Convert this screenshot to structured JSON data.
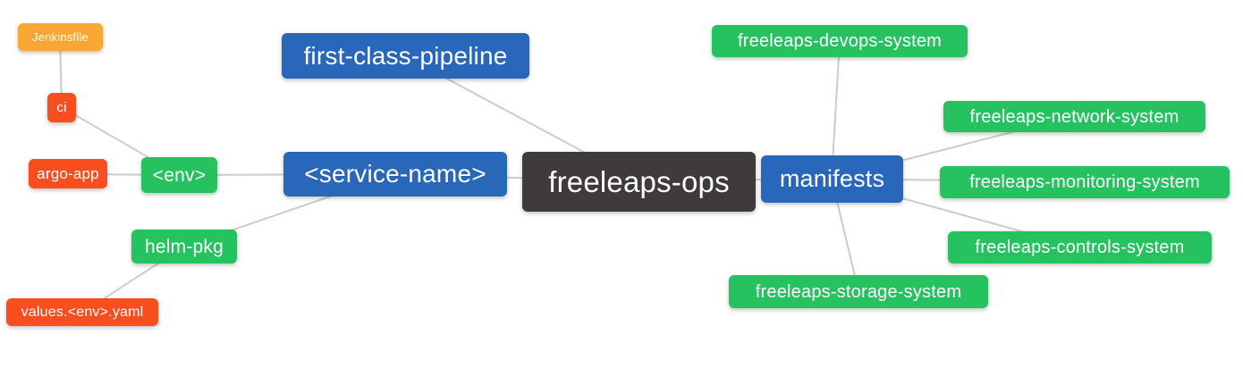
{
  "palette": {
    "blue": "#2867B9",
    "green": "#26C25F",
    "red": "#FA4E1E",
    "orange": "#FAA633",
    "dark": "#3F3B3A",
    "edge": "#CCCCCC",
    "text": "#FFFFFF"
  },
  "diagram": {
    "root": "freeleaps-ops",
    "nodes": {
      "jenkinsfile": {
        "label": "Jenkinsfile",
        "color": "orange"
      },
      "ci": {
        "label": "ci",
        "color": "red"
      },
      "argo_app": {
        "label": "argo-app",
        "color": "red"
      },
      "env": {
        "label": "<env>",
        "color": "green"
      },
      "helm_pkg": {
        "label": "helm-pkg",
        "color": "green"
      },
      "values_yaml": {
        "label": "values.<env>.yaml",
        "color": "red"
      },
      "pipeline": {
        "label": "first-class-pipeline",
        "color": "blue"
      },
      "service_name": {
        "label": "<service-name>",
        "color": "blue"
      },
      "ops": {
        "label": "freeleaps-ops",
        "color": "dark"
      },
      "manifests": {
        "label": "manifests",
        "color": "blue"
      },
      "devops": {
        "label": "freeleaps-devops-system",
        "color": "green"
      },
      "network": {
        "label": "freeleaps-network-system",
        "color": "green"
      },
      "monitoring": {
        "label": "freeleaps-monitoring-system",
        "color": "green"
      },
      "controls": {
        "label": "freeleaps-controls-system",
        "color": "green"
      },
      "storage": {
        "label": "freeleaps-storage-system",
        "color": "green"
      }
    },
    "edges": [
      [
        "jenkinsfile",
        "ci"
      ],
      [
        "ci",
        "env"
      ],
      [
        "argo_app",
        "env"
      ],
      [
        "env",
        "service_name"
      ],
      [
        "helm_pkg",
        "service_name"
      ],
      [
        "values_yaml",
        "helm_pkg"
      ],
      [
        "pipeline",
        "ops"
      ],
      [
        "service_name",
        "ops"
      ],
      [
        "ops",
        "manifests"
      ],
      [
        "manifests",
        "devops"
      ],
      [
        "manifests",
        "network"
      ],
      [
        "manifests",
        "monitoring"
      ],
      [
        "manifests",
        "controls"
      ],
      [
        "manifests",
        "storage"
      ]
    ]
  }
}
